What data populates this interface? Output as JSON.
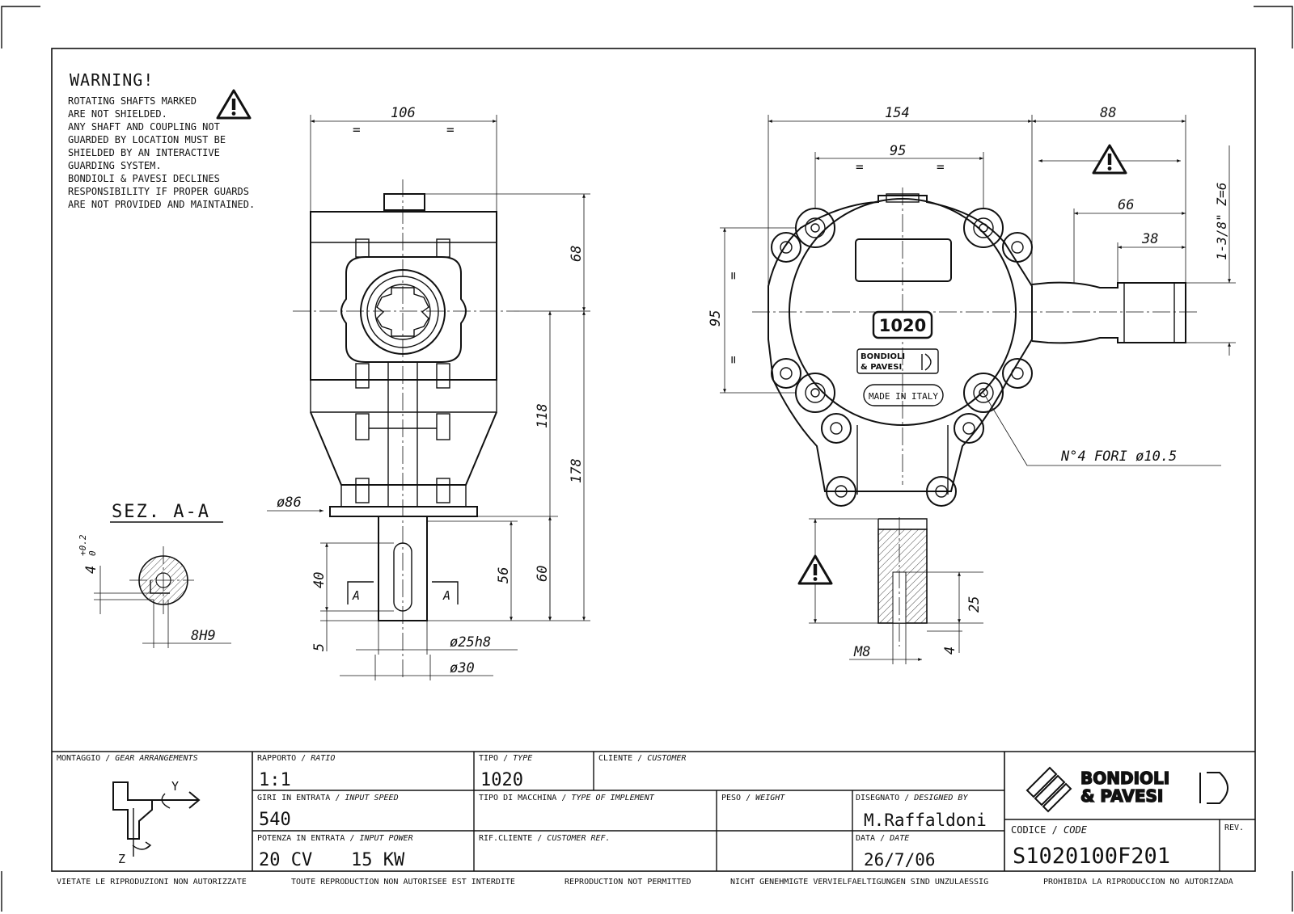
{
  "warning": {
    "title": "WARNING!",
    "lines": [
      "ROTATING SHAFTS MARKED",
      "ARE NOT SHIELDED.",
      "ANY SHAFT AND COUPLING NOT",
      "GUARDED BY LOCATION MUST BE",
      "SHIELDED BY AN INTERACTIVE",
      "GUARDING SYSTEM.",
      "BONDIOLI & PAVESI DECLINES",
      "RESPONSIBILITY IF PROPER GUARDS",
      "ARE NOT PROVIDED AND MAINTAINED."
    ]
  },
  "side_view": {
    "dim_width": "106",
    "eq": "=",
    "dim_68": "68",
    "dim_118": "118",
    "dim_178": "178",
    "dim_60": "60",
    "dim_56": "56",
    "dim_40": "40",
    "dim_5": "5",
    "dia_86": "ø86",
    "dia_25": "ø25h8",
    "dia_30": "ø30",
    "section_marker": "A"
  },
  "section": {
    "title": "SEZ. A-A",
    "key_dim": "4",
    "key_tol_top": "+0.2",
    "key_tol_bottom": "0",
    "width_dim": "8H9"
  },
  "front_view": {
    "dim_154": "154",
    "dim_88": "88",
    "dim_95_h": "95",
    "dim_95_v": "95",
    "eq": "=",
    "dim_66": "66",
    "dim_38": "38",
    "shaft_spec": "1-3/8\" Z=6",
    "model_plate": "1020",
    "brand_line1": "BONDIOLI",
    "brand_line2": "& PAVESI",
    "made_in": "MADE IN ITALY",
    "holes": "N°4 FORI ø10.5",
    "dim_25": "25",
    "dim_4": "4",
    "thread": "M8"
  },
  "title_block": {
    "gear_label": "MONTAGGIO / ",
    "gear_label_en": "GEAR ARRANGEMENTS",
    "axis_y": "Y",
    "axis_z": "Z",
    "ratio_label": "RAPPORTO / ",
    "ratio_label_en": "RATIO",
    "ratio": "1:1",
    "type_label": "TIPO / ",
    "type_label_en": "TYPE",
    "type": "1020",
    "customer_label": "CLIENTE / ",
    "customer_label_en": "CUSTOMER",
    "speed_label": "GIRI IN ENTRATA / ",
    "speed_label_en": "INPUT SPEED",
    "speed": "540",
    "implement_label": "TIPO DI MACCHINA / ",
    "implement_label_en": "TYPE OF IMPLEMENT",
    "weight_label": "PESO / ",
    "weight_label_en": "WEIGHT",
    "designed_label": "DISEGNATO / ",
    "designed_label_en": "DESIGNED BY",
    "designer": "M.Raffaldoni",
    "power_label": "POTENZA IN ENTRATA / ",
    "power_label_en": "INPUT POWER",
    "power_cv": "20 CV",
    "power_kw": "15 KW",
    "custref_label": "RIF.CLIENTE / ",
    "custref_label_en": "CUSTOMER REF.",
    "date_label": "DATA / ",
    "date_label_en": "DATE",
    "date": "26/7/06",
    "brand_line1": "BONDIOLI",
    "brand_line2": "& PAVESI",
    "code_label": "CODICE / ",
    "code_label_en": "CODE",
    "code": "S1020100F201",
    "rev_label": "REV."
  },
  "footer": [
    "VIETATE LE RIPRODUZIONI NON AUTORIZZATE",
    "TOUTE REPRODUCTION NON AUTORISEE EST INTERDITE",
    "REPRODUCTION NOT PERMITTED",
    "NICHT GENEHMIGTE VERVIELFAELTIGUNGEN SIND UNZULAESSIG",
    "PROHIBIDA LA RIPRODUCCION NO AUTORIZADA"
  ]
}
